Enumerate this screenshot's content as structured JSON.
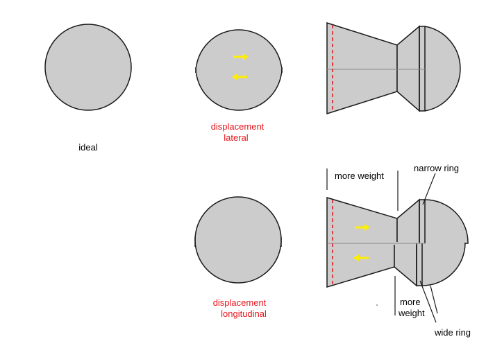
{
  "colors": {
    "body_fill": "#cccccc",
    "outline": "#1a1a1a",
    "seam": "#e0141c",
    "arrow": "#ffee00",
    "axis_line": "#888888",
    "label_red": "#e8141c",
    "label_black": "#000000"
  },
  "labels": {
    "ideal": "ideal",
    "lateral_line1": "displacement",
    "lateral_line2": "lateral",
    "longitudinal_line1": "displacement",
    "longitudinal_line2": "longitudinal",
    "more_weight_top": "more weight",
    "narrow_ring": "narrow ring",
    "more_weight_bottom_line1": "more",
    "more_weight_bottom_line2": "weight",
    "wide_ring": "wide ring"
  },
  "icons": [
    "arrow-right-icon",
    "arrow-left-icon"
  ]
}
